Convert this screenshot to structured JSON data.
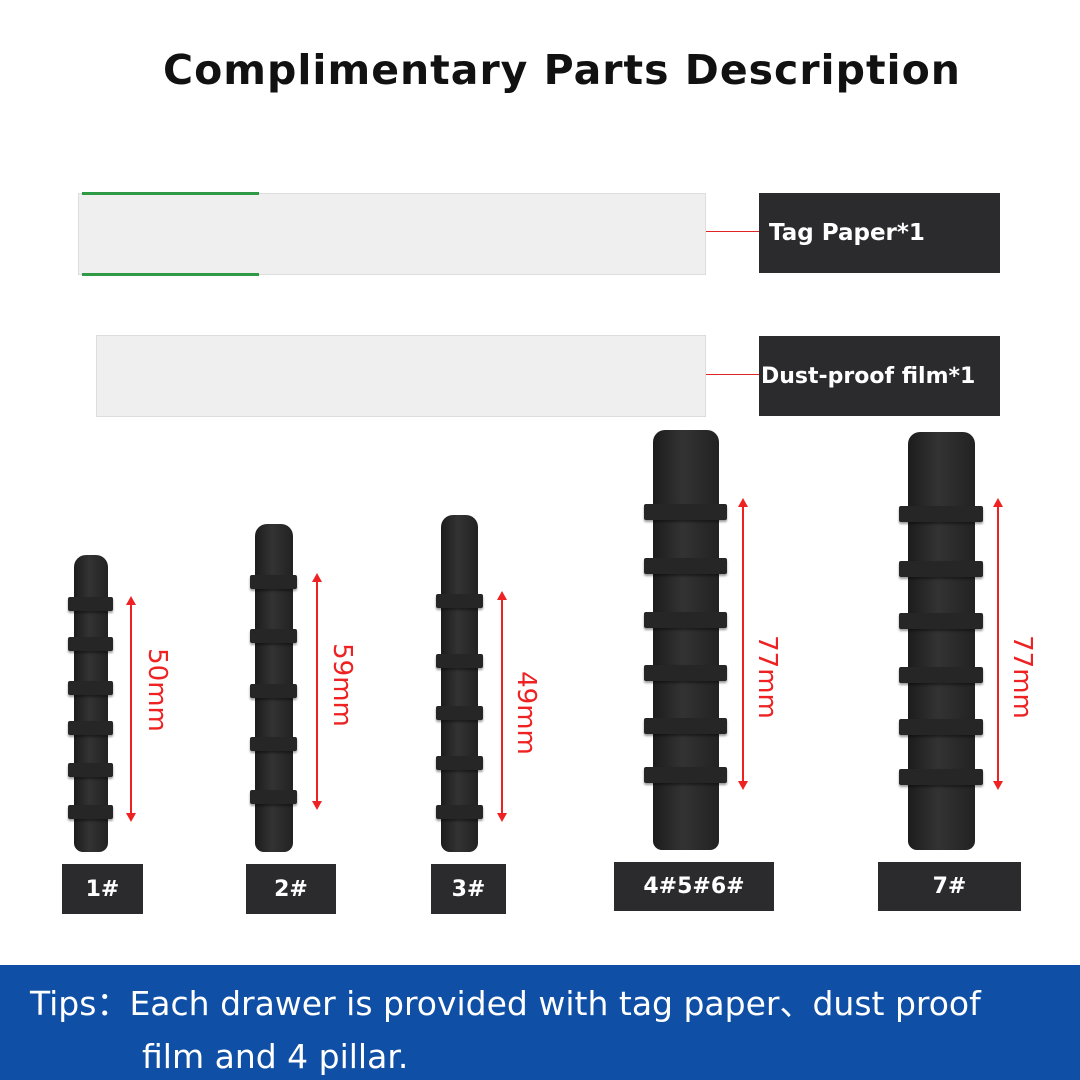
{
  "title": "Complimentary Parts Description",
  "parts": [
    {
      "label": "Tag Paper*1"
    },
    {
      "label": "Dust-proof film*1"
    }
  ],
  "pillars": [
    {
      "label": "1#",
      "length": "50mm"
    },
    {
      "label": "2#",
      "length": "59mm"
    },
    {
      "label": "3#",
      "length": "49mm"
    },
    {
      "label": "4#5#6#",
      "length": "77mm"
    },
    {
      "label": "7#",
      "length": "77mm"
    }
  ],
  "tips": {
    "line1": "Tips：Each drawer is provided with tag paper、dust proof",
    "line2": "film and 4 pillar."
  }
}
